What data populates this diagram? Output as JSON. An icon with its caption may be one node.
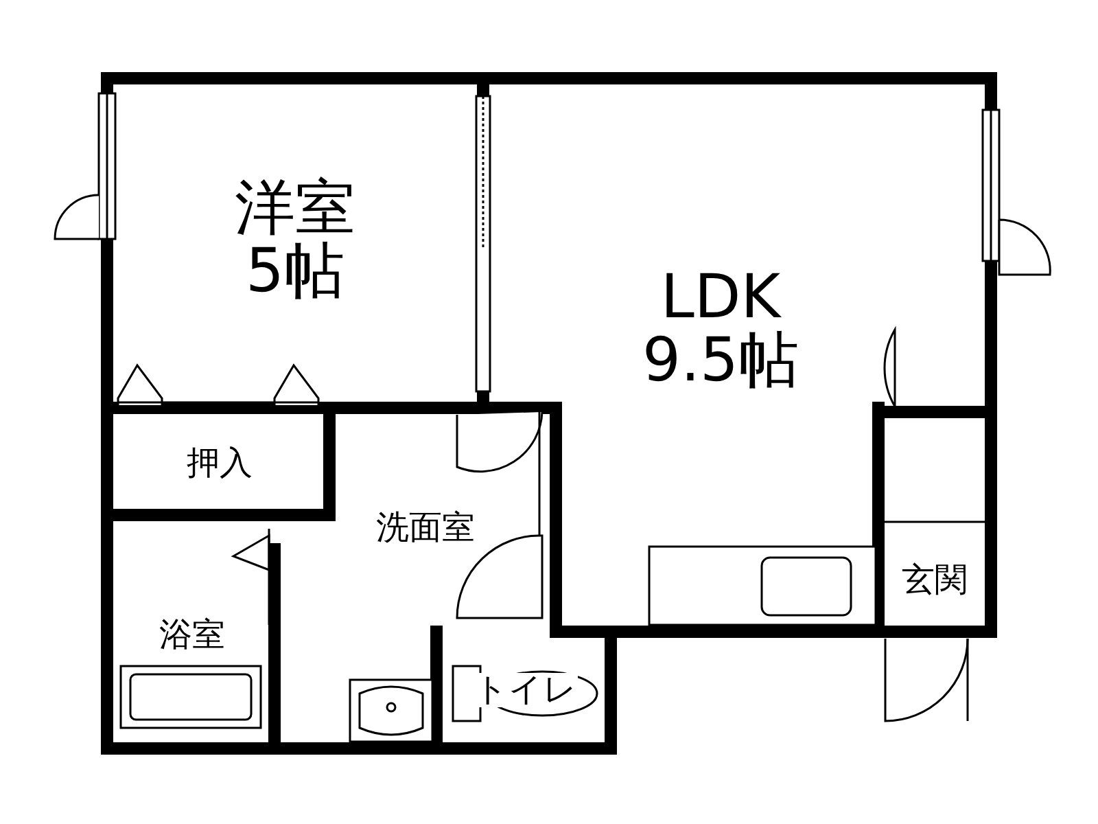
{
  "diagram": {
    "nodes": [
      {
        "text": [
          "洋室",
          "5帖"
        ]
      },
      {
        "text": [
          "LDK",
          "9.5帖"
        ]
      },
      {
        "text": [
          "押入"
        ]
      },
      {
        "text": [
          "洗面室"
        ]
      },
      {
        "text": [
          "浴室"
        ]
      },
      {
        "text": [
          "トイレ"
        ]
      },
      {
        "text": [
          "玄関"
        ]
      }
    ]
  }
}
